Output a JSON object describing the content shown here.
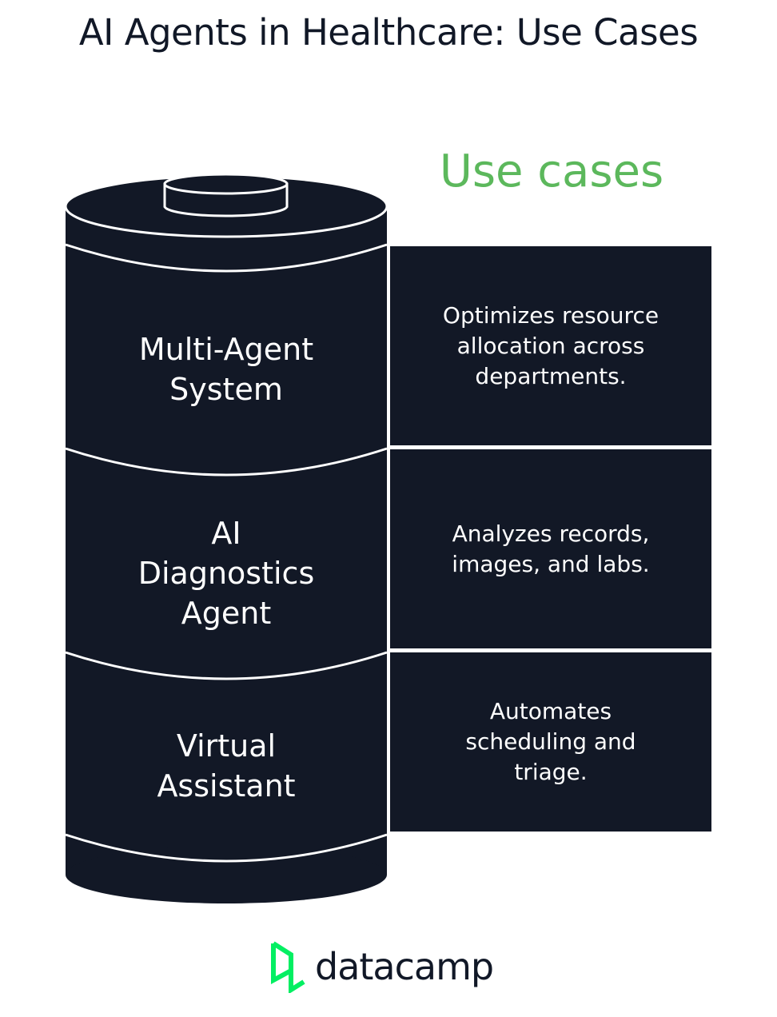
{
  "title": "AI Agents in Healthcare: Use Cases",
  "use_cases_heading": "Use cases",
  "layers": [
    {
      "label_lines": [
        "Multi-Agent",
        "System"
      ],
      "description": "Optimizes resource allocation across departments."
    },
    {
      "label_lines": [
        "AI",
        "Diagnostics",
        "Agent"
      ],
      "description": "Analyzes records, images, and labs."
    },
    {
      "label_lines": [
        "Virtual",
        "Assistant"
      ],
      "description": "Automates scheduling and triage."
    }
  ],
  "logo": {
    "wordmark": "datacamp",
    "icon": "datacamp-logo-icon",
    "color": "#03ef62"
  },
  "colors": {
    "dark": "#121826",
    "accent_green": "#5cb85c",
    "text": "#111827"
  }
}
